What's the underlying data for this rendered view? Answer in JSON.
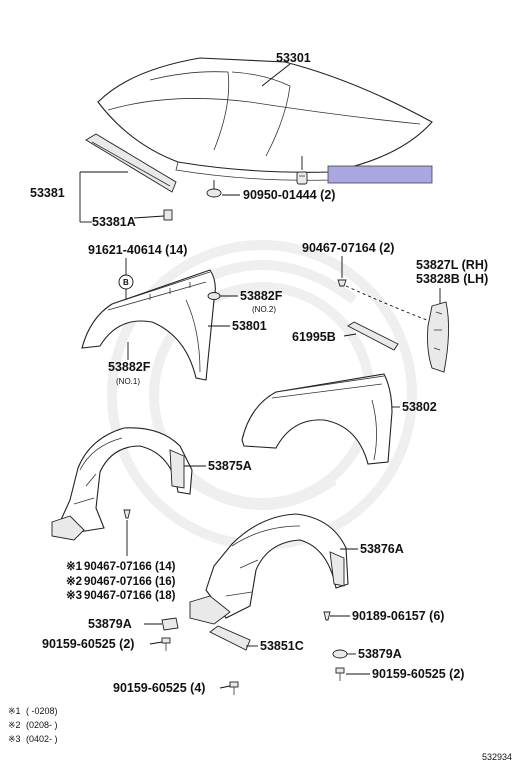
{
  "diagram_id": "532934",
  "highlight_color": "#a9a6e0",
  "parts": {
    "hood": "53301",
    "hood_seal": "53381",
    "hood_seal_clip": "53381A",
    "hood_grommet": "90950-01444 (2)",
    "rivet_b": "91621-40614 (14)",
    "rivet_b_symbol": "B",
    "bracket_upper": "53882F",
    "bracket_upper_note": "(NO.2)",
    "fender_panel_left": "53801",
    "bracket_lower": "53882F",
    "bracket_lower_note": "(NO.1)",
    "clip_top": "90467-07164 (2)",
    "side_seal_rh": "53827L (RH)",
    "side_seal_lh": "53828B (LH)",
    "fender_seal": "61995B",
    "fender_panel_right": "53802",
    "liner_front": "53875A",
    "liner_rear": "53876A",
    "clip_v1": "90467-07166 (14)",
    "clip_v2": "90467-07166 (16)",
    "clip_v3": "90467-07166 (18)",
    "mark1": "※1",
    "mark2": "※2",
    "mark3": "※3",
    "shield_left": "53879A",
    "screw_left": "90159-60525 (2)",
    "splash_shield": "53851C",
    "screw_bottom": "90159-60525 (4)",
    "clip_right": "90189-06157 (6)",
    "shield_right": "53879A",
    "screw_right": "90159-60525 (2)"
  },
  "legend": [
    {
      "mark": "※1",
      "range": "(       -0208)"
    },
    {
      "mark": "※2",
      "range": "(0208-       )"
    },
    {
      "mark": "※3",
      "range": "(0402-       )"
    }
  ]
}
